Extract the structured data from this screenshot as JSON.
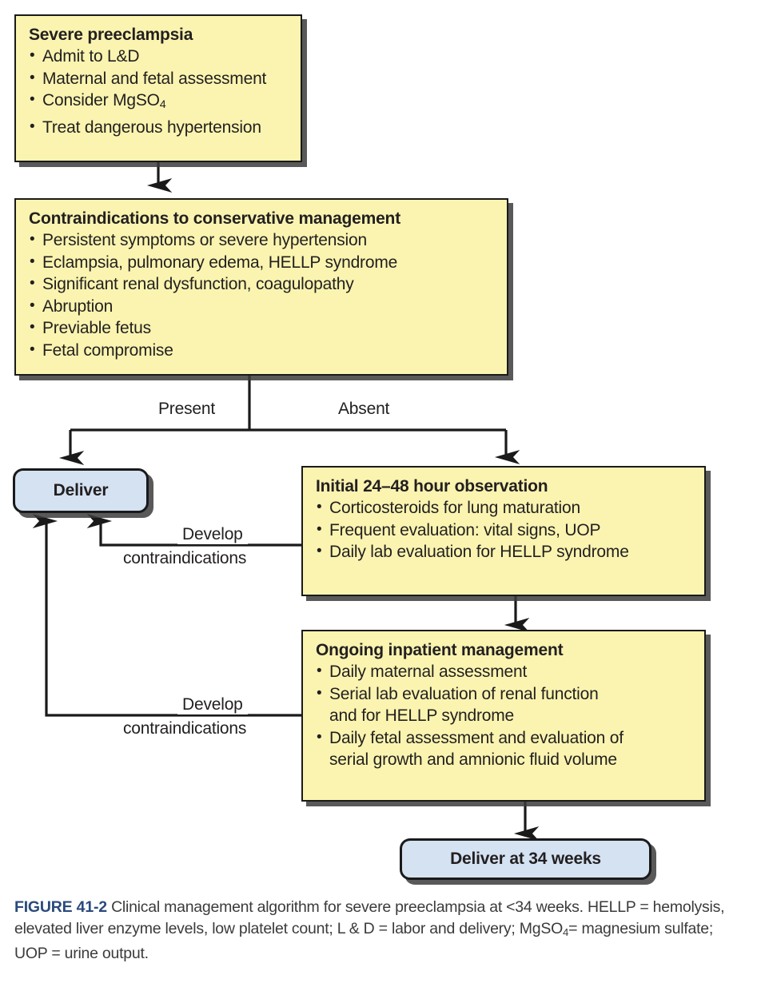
{
  "figure": {
    "boxes": {
      "severe_preeclampsia": {
        "title": "Severe preeclampsia",
        "items": [
          "Admit to L&D",
          "Maternal and fetal assessment",
          "Consider MgSO",
          "Treat dangerous hypertension"
        ],
        "subscript": "4"
      },
      "contraindications": {
        "title": "Contraindications to conservative management",
        "items": [
          "Persistent symptoms or severe hypertension",
          "Eclampsia, pulmonary edema, HELLP syndrome",
          "Significant renal dysfunction, coagulopathy",
          "Abruption",
          "Previable fetus",
          "Fetal compromise"
        ]
      },
      "initial_observation": {
        "title": "Initial 24–48 hour observation",
        "items": [
          "Corticosteroids for lung maturation",
          "Frequent evaluation: vital signs, UOP",
          "Daily lab evaluation for HELLP syndrome"
        ]
      },
      "ongoing_management": {
        "title": "Ongoing inpatient management",
        "items": [
          "Daily maternal assessment",
          "Serial lab evaluation of renal function",
          "and for HELLP syndrome",
          "Daily fetal assessment and evaluation of",
          "serial growth and amnionic fluid volume"
        ]
      },
      "deliver": {
        "label": "Deliver"
      },
      "deliver_34_weeks": {
        "label": "Deliver at 34 weeks"
      }
    },
    "edge_labels": {
      "present": "Present",
      "absent": "Absent",
      "develop_upper_line1": "Develop",
      "develop_upper_line2": "contraindications",
      "develop_lower_line1": "Develop",
      "develop_lower_line2": "contraindications"
    },
    "caption": {
      "figure_number": "FIGURE 41-2",
      "line1": "Clinical management algorithm for severe preeclampsia at <34 weeks.",
      "line2": "HELLP = hemolysis, elevated liver enzyme levels, low platelet count; L & D = labor",
      "line3_a": "and delivery; MgSO",
      "line3_sub": "4",
      "line3_b": "= magnesium sulfate; UOP = urine output."
    },
    "colors": {
      "box_fill": "#faf4b0",
      "pill_fill": "#d4e2f2",
      "stroke": "#1a1a1a",
      "caption_accent": "#2a4a7c"
    }
  }
}
